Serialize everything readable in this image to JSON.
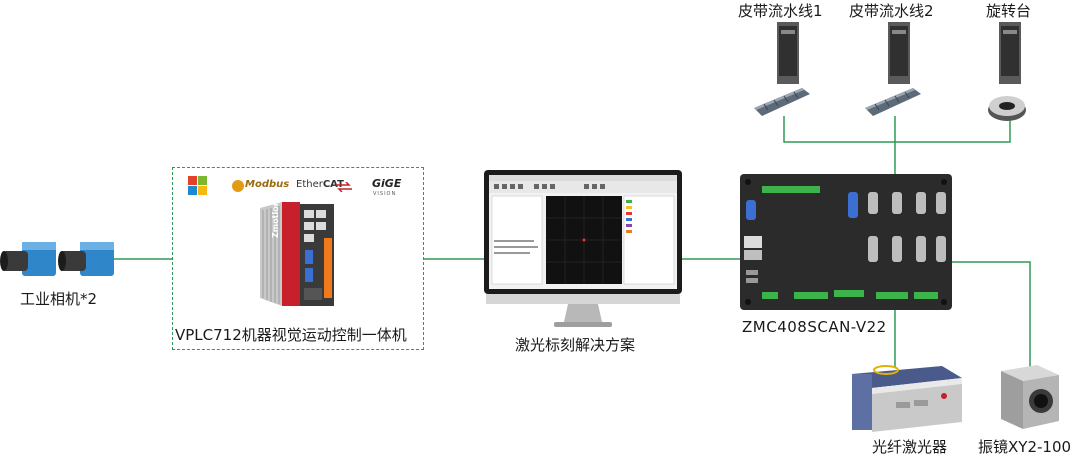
{
  "labels": {
    "camera": "工业相机*2",
    "vplc": "VPLC712机器视觉运动控制一体机",
    "software": "激光标刻解决方案",
    "controller": "ZMC408SCAN-V22",
    "belt1": "皮带流水线1",
    "belt2": "皮带流水线2",
    "rotary": "旋转台",
    "laser": "光纤激光器",
    "galvo": "振镜XY2-100"
  },
  "logos": {
    "modbus": "Modbus",
    "ethercat_a": "Ether",
    "ethercat_b": "CAT",
    "gige": "GiGE",
    "gige_sub": "VISION",
    "brand": "Zmotion"
  },
  "colors": {
    "wire": "#2e9a55",
    "dashed_border": "#2e9a55",
    "device_dark": "#2b2b2b",
    "panel_red": "#c8202a",
    "terminal_green": "#3cb44b"
  }
}
